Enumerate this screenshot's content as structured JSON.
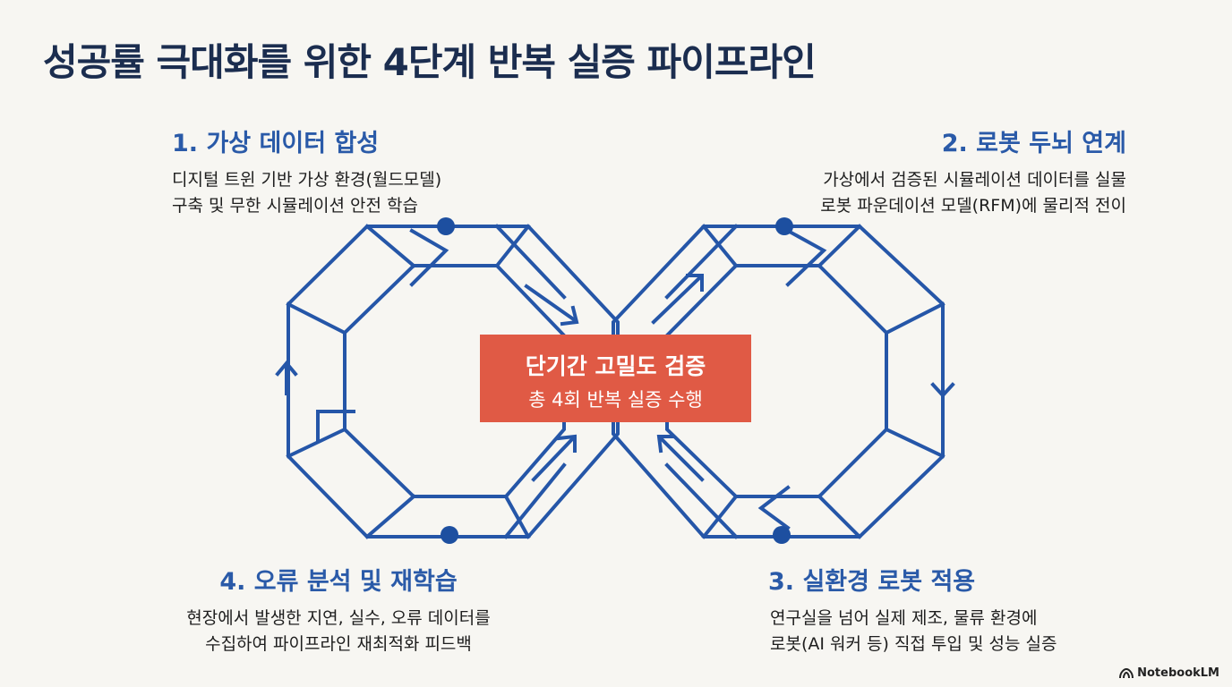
{
  "title": "성공률 극대화를 위한 4단계 반복 실증 파이프라인",
  "center": {
    "main": "단기간 고밀도 검증",
    "sub": "총 4회 반복 실증 수행"
  },
  "steps": [
    {
      "title": "1. 가상 데이터 합성",
      "lines": [
        "디지털 트윈 기반 가상 환경(월드모델)",
        "구축 및 무한 시뮬레이션 안전 학습"
      ]
    },
    {
      "title": "2. 로봇 두뇌 연계",
      "lines": [
        "가상에서 검증된 시뮬레이션 데이터를 실물",
        "로봇 파운데이션 모델(RFM)에 물리적 전이"
      ]
    },
    {
      "title": "3. 실환경 로봇 적용",
      "lines": [
        "연구실을 넘어 실제 제조, 물류 환경에",
        "로봇(AI 워커 등) 직접 투입 및 성능 실증"
      ]
    },
    {
      "title": "4. 오류 분석 및 재학습",
      "lines": [
        "현장에서 발생한 지연, 실수, 오류 데이터를",
        "수집하여 파이프라인 재최적화 피드백"
      ]
    }
  ],
  "brand": "NotebookLM",
  "colors": {
    "title": "#1b2d4f",
    "step_title": "#2a5aa8",
    "loop_line": "#2556a8",
    "node": "#1d4fa0",
    "center_box": "#e05a45",
    "background": "#f7f6f2"
  },
  "icons": [
    "loop-arrow-icon",
    "notebooklm-logo-icon"
  ]
}
